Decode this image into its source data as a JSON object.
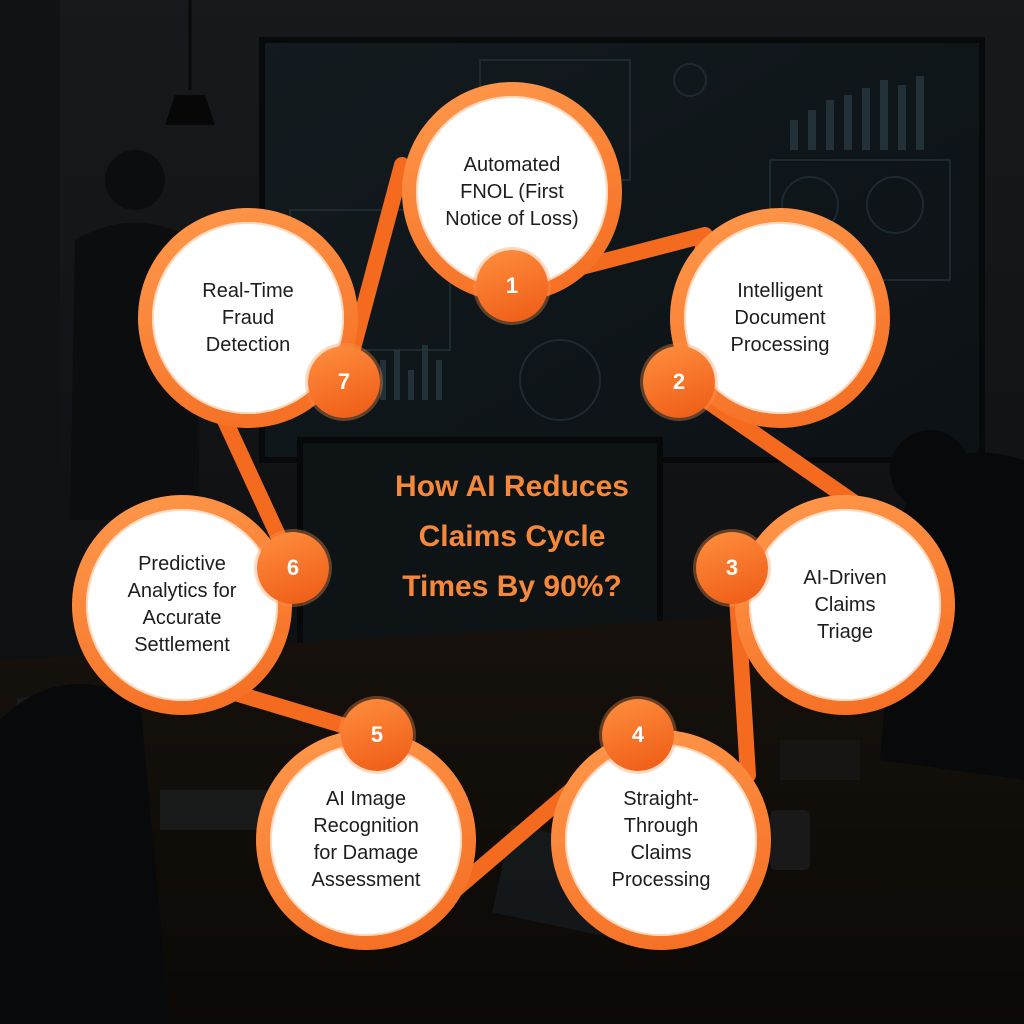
{
  "title": {
    "lines": [
      "How AI Reduces",
      "Claims Cycle",
      "Times By 90%?"
    ]
  },
  "steps": [
    {
      "number": "1",
      "label": "Automated\nFNOL (First\nNotice of Loss)"
    },
    {
      "number": "2",
      "label": "Intelligent\nDocument\nProcessing"
    },
    {
      "number": "3",
      "label": "AI-Driven\nClaims\nTriage"
    },
    {
      "number": "4",
      "label": "Straight-\nThrough\nClaims\nProcessing"
    },
    {
      "number": "5",
      "label": "AI Image\nRecognition\nfor Damage\nAssessment"
    },
    {
      "number": "6",
      "label": "Predictive\nAnalytics for\nAccurate\nSettlement"
    },
    {
      "number": "7",
      "label": "Real-Time\nFraud\nDetection"
    }
  ],
  "colors": {
    "accent": "#f46a1f",
    "title": "#f5883a",
    "background": "#16181c"
  }
}
